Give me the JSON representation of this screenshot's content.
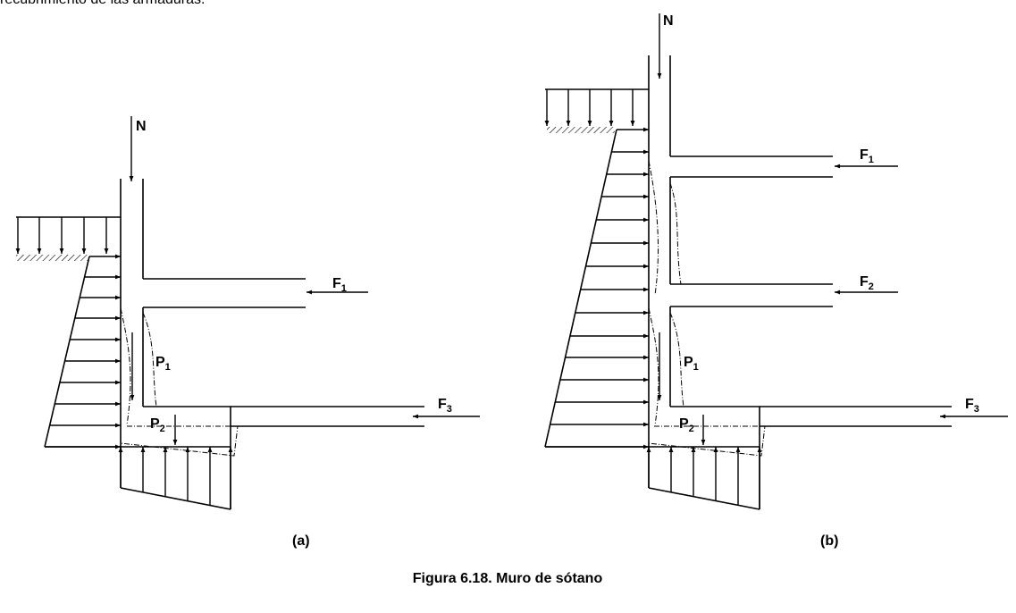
{
  "intro_text": "recubrimiento de las armaduras.",
  "figure_a": {
    "load_N": "N",
    "force_F1": "F",
    "force_F1_sub": "1",
    "force_F3": "F",
    "force_F3_sub": "3",
    "p1": "P",
    "p1_sub": "1",
    "p2": "P",
    "p2_sub": "2",
    "tag": "(a)"
  },
  "figure_b": {
    "load_N": "N",
    "force_F1": "F",
    "force_F1_sub": "1",
    "force_F2": "F",
    "force_F2_sub": "2",
    "force_F3": "F",
    "force_F3_sub": "3",
    "p1": "P",
    "p1_sub": "1",
    "p2": "P",
    "p2_sub": "2",
    "tag": "(b)"
  },
  "caption": "Figura 6.18. Muro de sótano"
}
